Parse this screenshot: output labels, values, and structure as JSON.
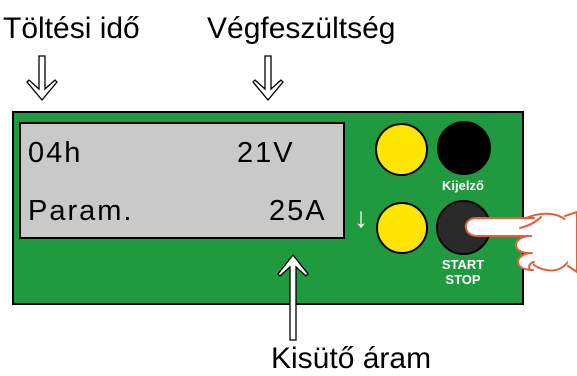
{
  "labels": {
    "charge_time": "Töltési idő",
    "end_voltage": "Végfeszültség",
    "discharge_current": "Kisütő áram"
  },
  "display": {
    "row1_left": "04h",
    "row1_right": "21V",
    "row2_left": "Param.",
    "row2_right": "25A"
  },
  "buttons": {
    "display_label": "Kijelző",
    "start_label": "START",
    "stop_label": "STOP",
    "down_symbol": "↓"
  },
  "colors": {
    "panel": "#1f9a3f",
    "lcd": "#c9c9c9",
    "yellow_button": "#ffe600",
    "black_button": "#000000",
    "hand_outline": "#e0603c"
  },
  "icons": {
    "pointer": "pointing-hand-icon",
    "label_arrows": "outline-arrow-icon"
  }
}
